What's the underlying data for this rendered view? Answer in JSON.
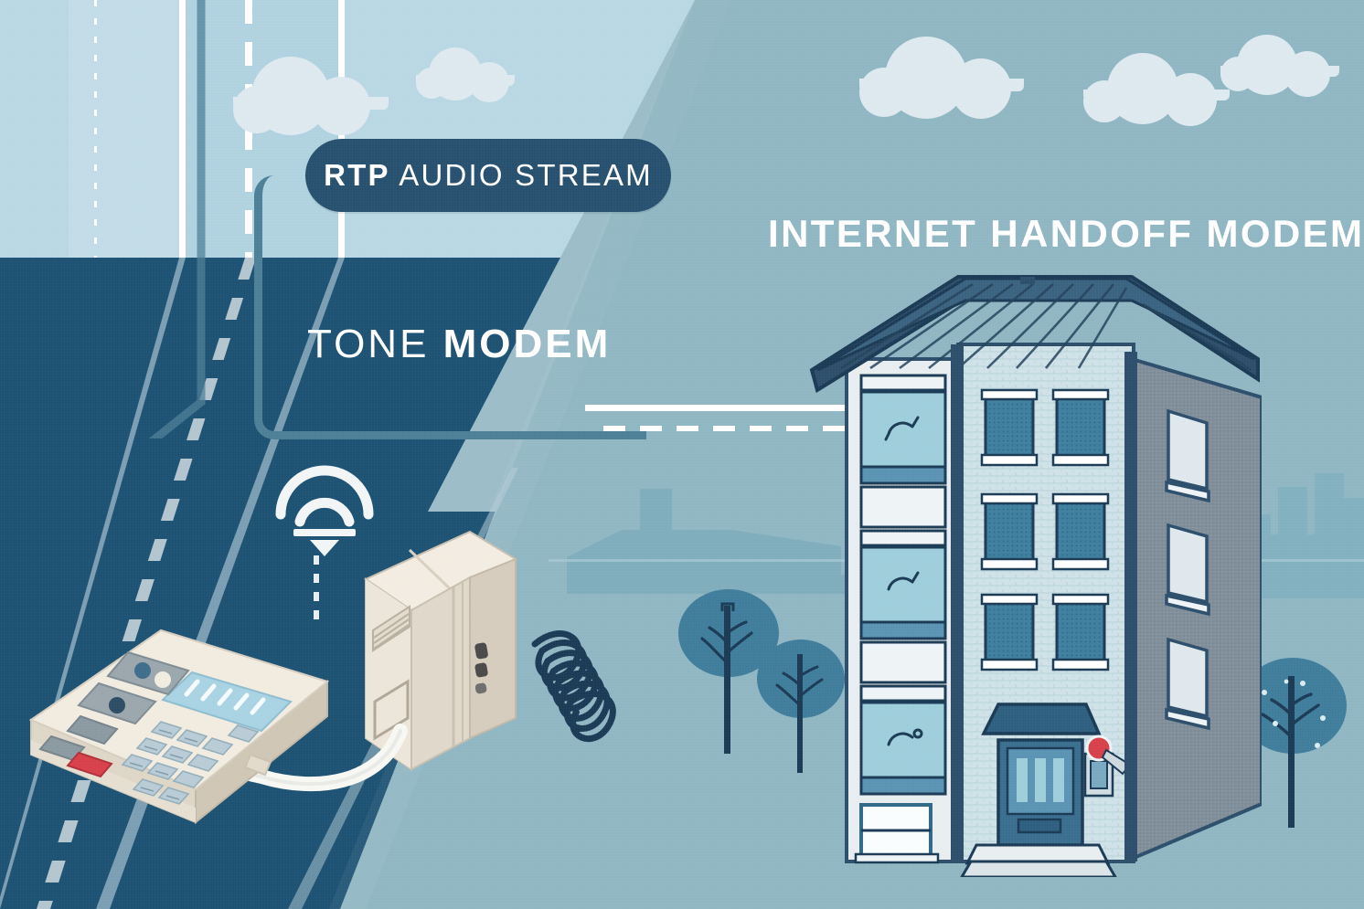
{
  "scene": {
    "title_left_badge": {
      "bold": "RTP",
      "light": " AUDIO STREAM"
    },
    "label_tone": {
      "light": "TONE ",
      "bold": "MODEM"
    },
    "label_internet": "INTERNET HANDOFF MODEM",
    "icons": {
      "wifi": "wifi-signal-icon",
      "arrow_down": "down-arrow-icon"
    }
  },
  "colors": {
    "sky_left": "#b9d8e4",
    "sky_right": "#9bbcc8",
    "ground_left": "#1d5273",
    "ground_right": "#8fb6c2",
    "badge_navy": "#27506f",
    "connector_teal": "#4d7f97",
    "device_cream": "#e9e2d6",
    "cable_navy": "#1b3a55",
    "roof_navy": "#2d4f6b",
    "brick_light": "#cfe2e7",
    "accent_red": "#d8404a",
    "text_white": "#ffffff"
  },
  "left_panel": {
    "road": {
      "lane_a": "#c2dce7",
      "lane_b": "#b0d2e0",
      "lines": "white"
    },
    "devices": [
      {
        "name": "tone-alarm-panel",
        "body": "#e9e2d6",
        "has_keypad": true,
        "has_display": true,
        "red_button": "#d8404a"
      },
      {
        "name": "tone-modem-box",
        "body": "#e8e0d4",
        "has_vent": true,
        "led_count": 3
      }
    ]
  },
  "right_panel": {
    "building": {
      "name": "apartment-building",
      "floors": 4,
      "roof": "#2d4f6b",
      "facade_brick": "#cfe2e7",
      "side_wall": "#7f8e99",
      "stairwell_glass": "#9ecedb",
      "awning": "#2f5f80",
      "door": "#3a6e8e",
      "steps": 3,
      "utility_box_badge": "#d8404a"
    },
    "trees": 3,
    "skyline": "city-silhouette"
  },
  "chart_data": null
}
